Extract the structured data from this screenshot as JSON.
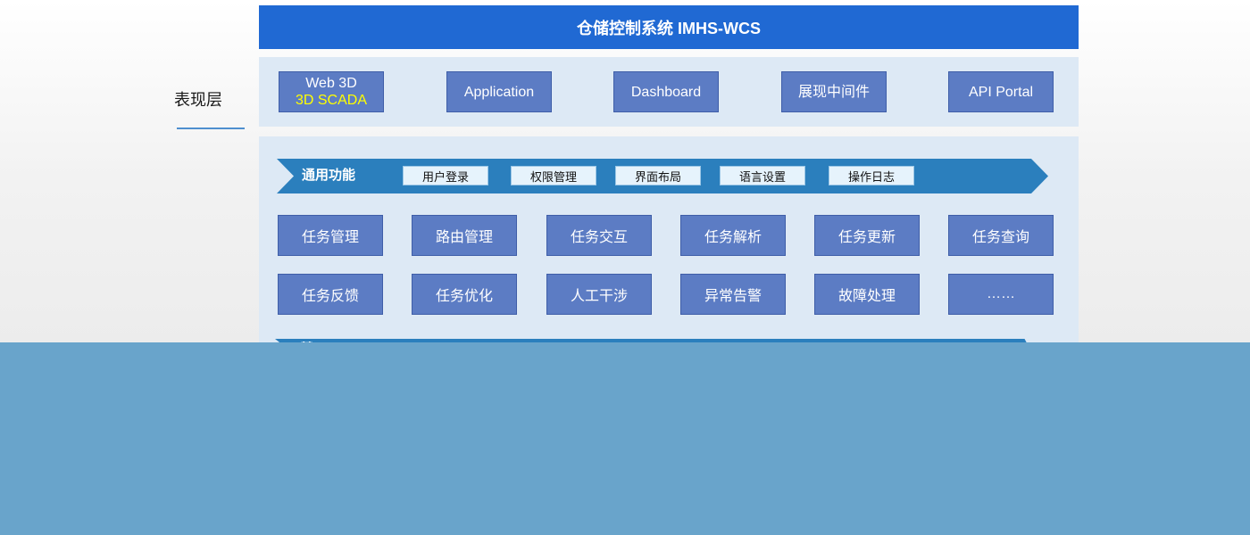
{
  "title": "仓储控制系统 IMHS-WCS",
  "presentation_layer": {
    "label": "表现层",
    "items": [
      {
        "line1": "Web 3D",
        "line2": "3D SCADA"
      },
      {
        "line1": "Application"
      },
      {
        "line1": "Dashboard"
      },
      {
        "line1": "展现中间件"
      },
      {
        "line1": "API Portal"
      }
    ]
  },
  "common_functions": {
    "title": "通用功能",
    "chips": [
      "用户登录",
      "权限管理",
      "界面布局",
      "语言设置",
      "操作日志"
    ]
  },
  "task_functions": {
    "row1": [
      "任务管理",
      "路由管理",
      "任务交互",
      "任务解析",
      "任务更新",
      "任务查询"
    ],
    "row2": [
      "任务反馈",
      "任务优化",
      "人工干涉",
      "异常告警",
      "故障处理",
      "……"
    ]
  },
  "next_section": {
    "title_partial": "基"
  },
  "colors": {
    "title_bar": "#2069d3",
    "panel": "#dde9f5",
    "box": "#5c7cc4",
    "banner": "#2b7fbd",
    "accent_text": "#ffff00",
    "bottom_band": "#69a4cb"
  }
}
